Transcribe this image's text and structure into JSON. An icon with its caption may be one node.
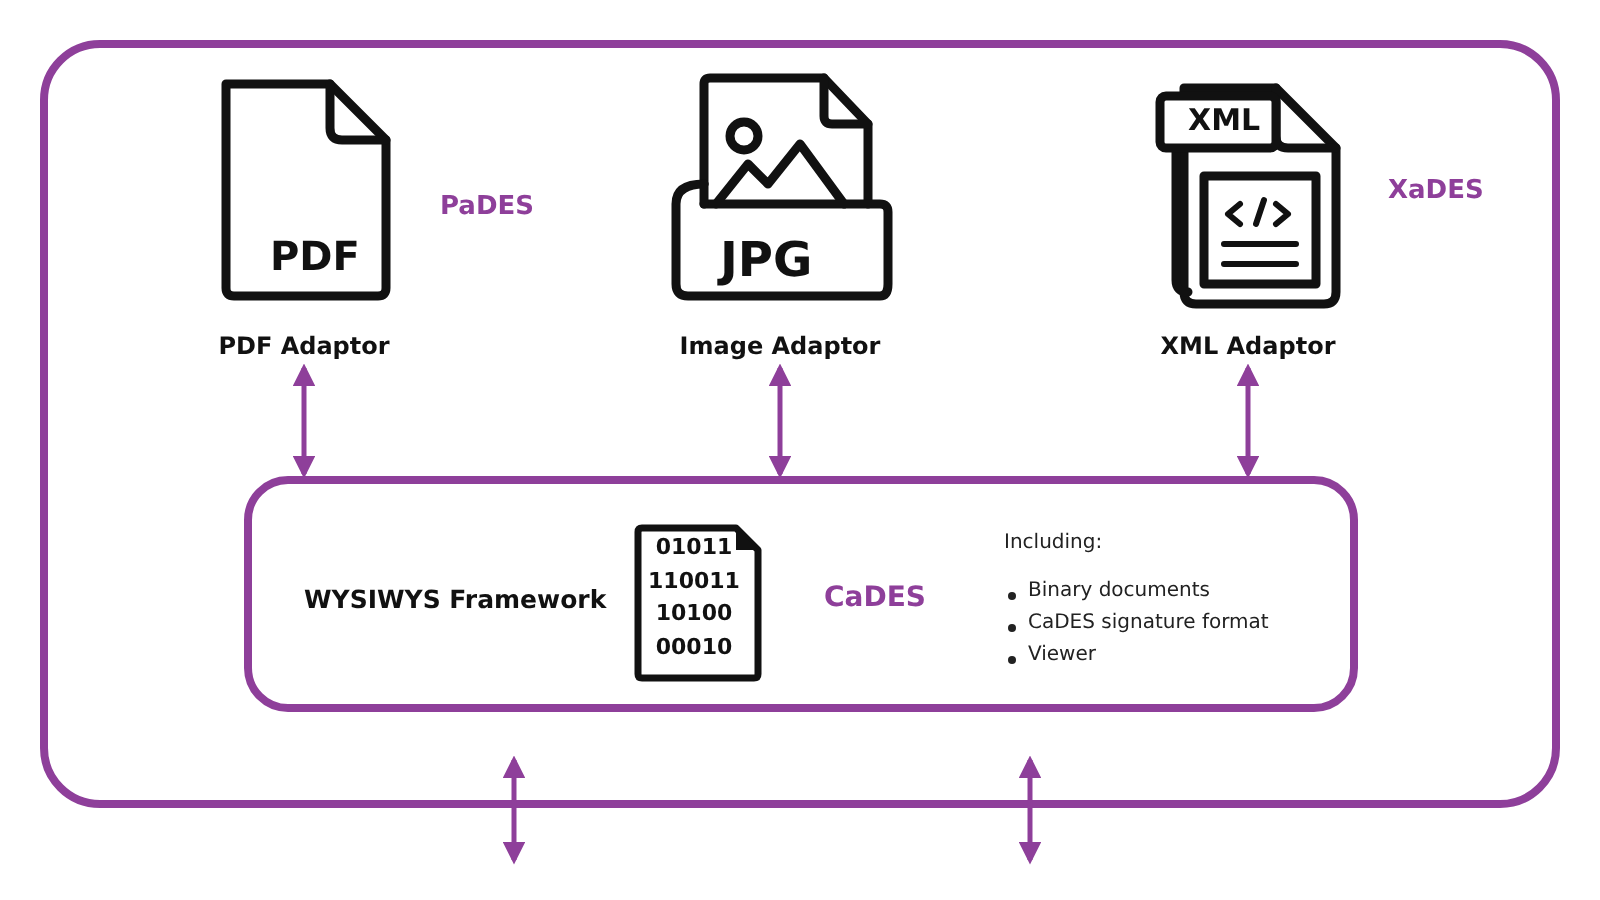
{
  "diagram": {
    "nodes": [
      {
        "text": [],
        "shape": "box"
      },
      {
        "text": [
          "PDF Adaptor"
        ],
        "in": 0,
        "beside": [
          "PaDES"
        ]
      },
      {
        "text": [
          "Image Adaptor"
        ],
        "in": 0
      },
      {
        "text": [
          "XML Adaptor"
        ],
        "in": 0,
        "beside": [
          "XaDES"
        ]
      },
      {
        "text": [
          "WYSIWYS Framework",
          "CaDES",
          "Including:",
          "Binary documents",
          "CaDES signature format",
          "Viewer"
        ],
        "in": 0
      }
    ],
    "edges": [
      {
        "from": 1,
        "to": 4,
        "arrow": "both"
      },
      {
        "from": 2,
        "to": 4,
        "arrow": "both"
      },
      {
        "from": 3,
        "to": 4,
        "arrow": "both"
      },
      {
        "from": 0,
        "to": null,
        "arrow": "both"
      },
      {
        "from": 0,
        "to": null,
        "arrow": "both"
      }
    ],
    "labels": [
      "PDF",
      "JPG",
      "XML",
      "01011 110011 10100 00010"
    ]
  }
}
